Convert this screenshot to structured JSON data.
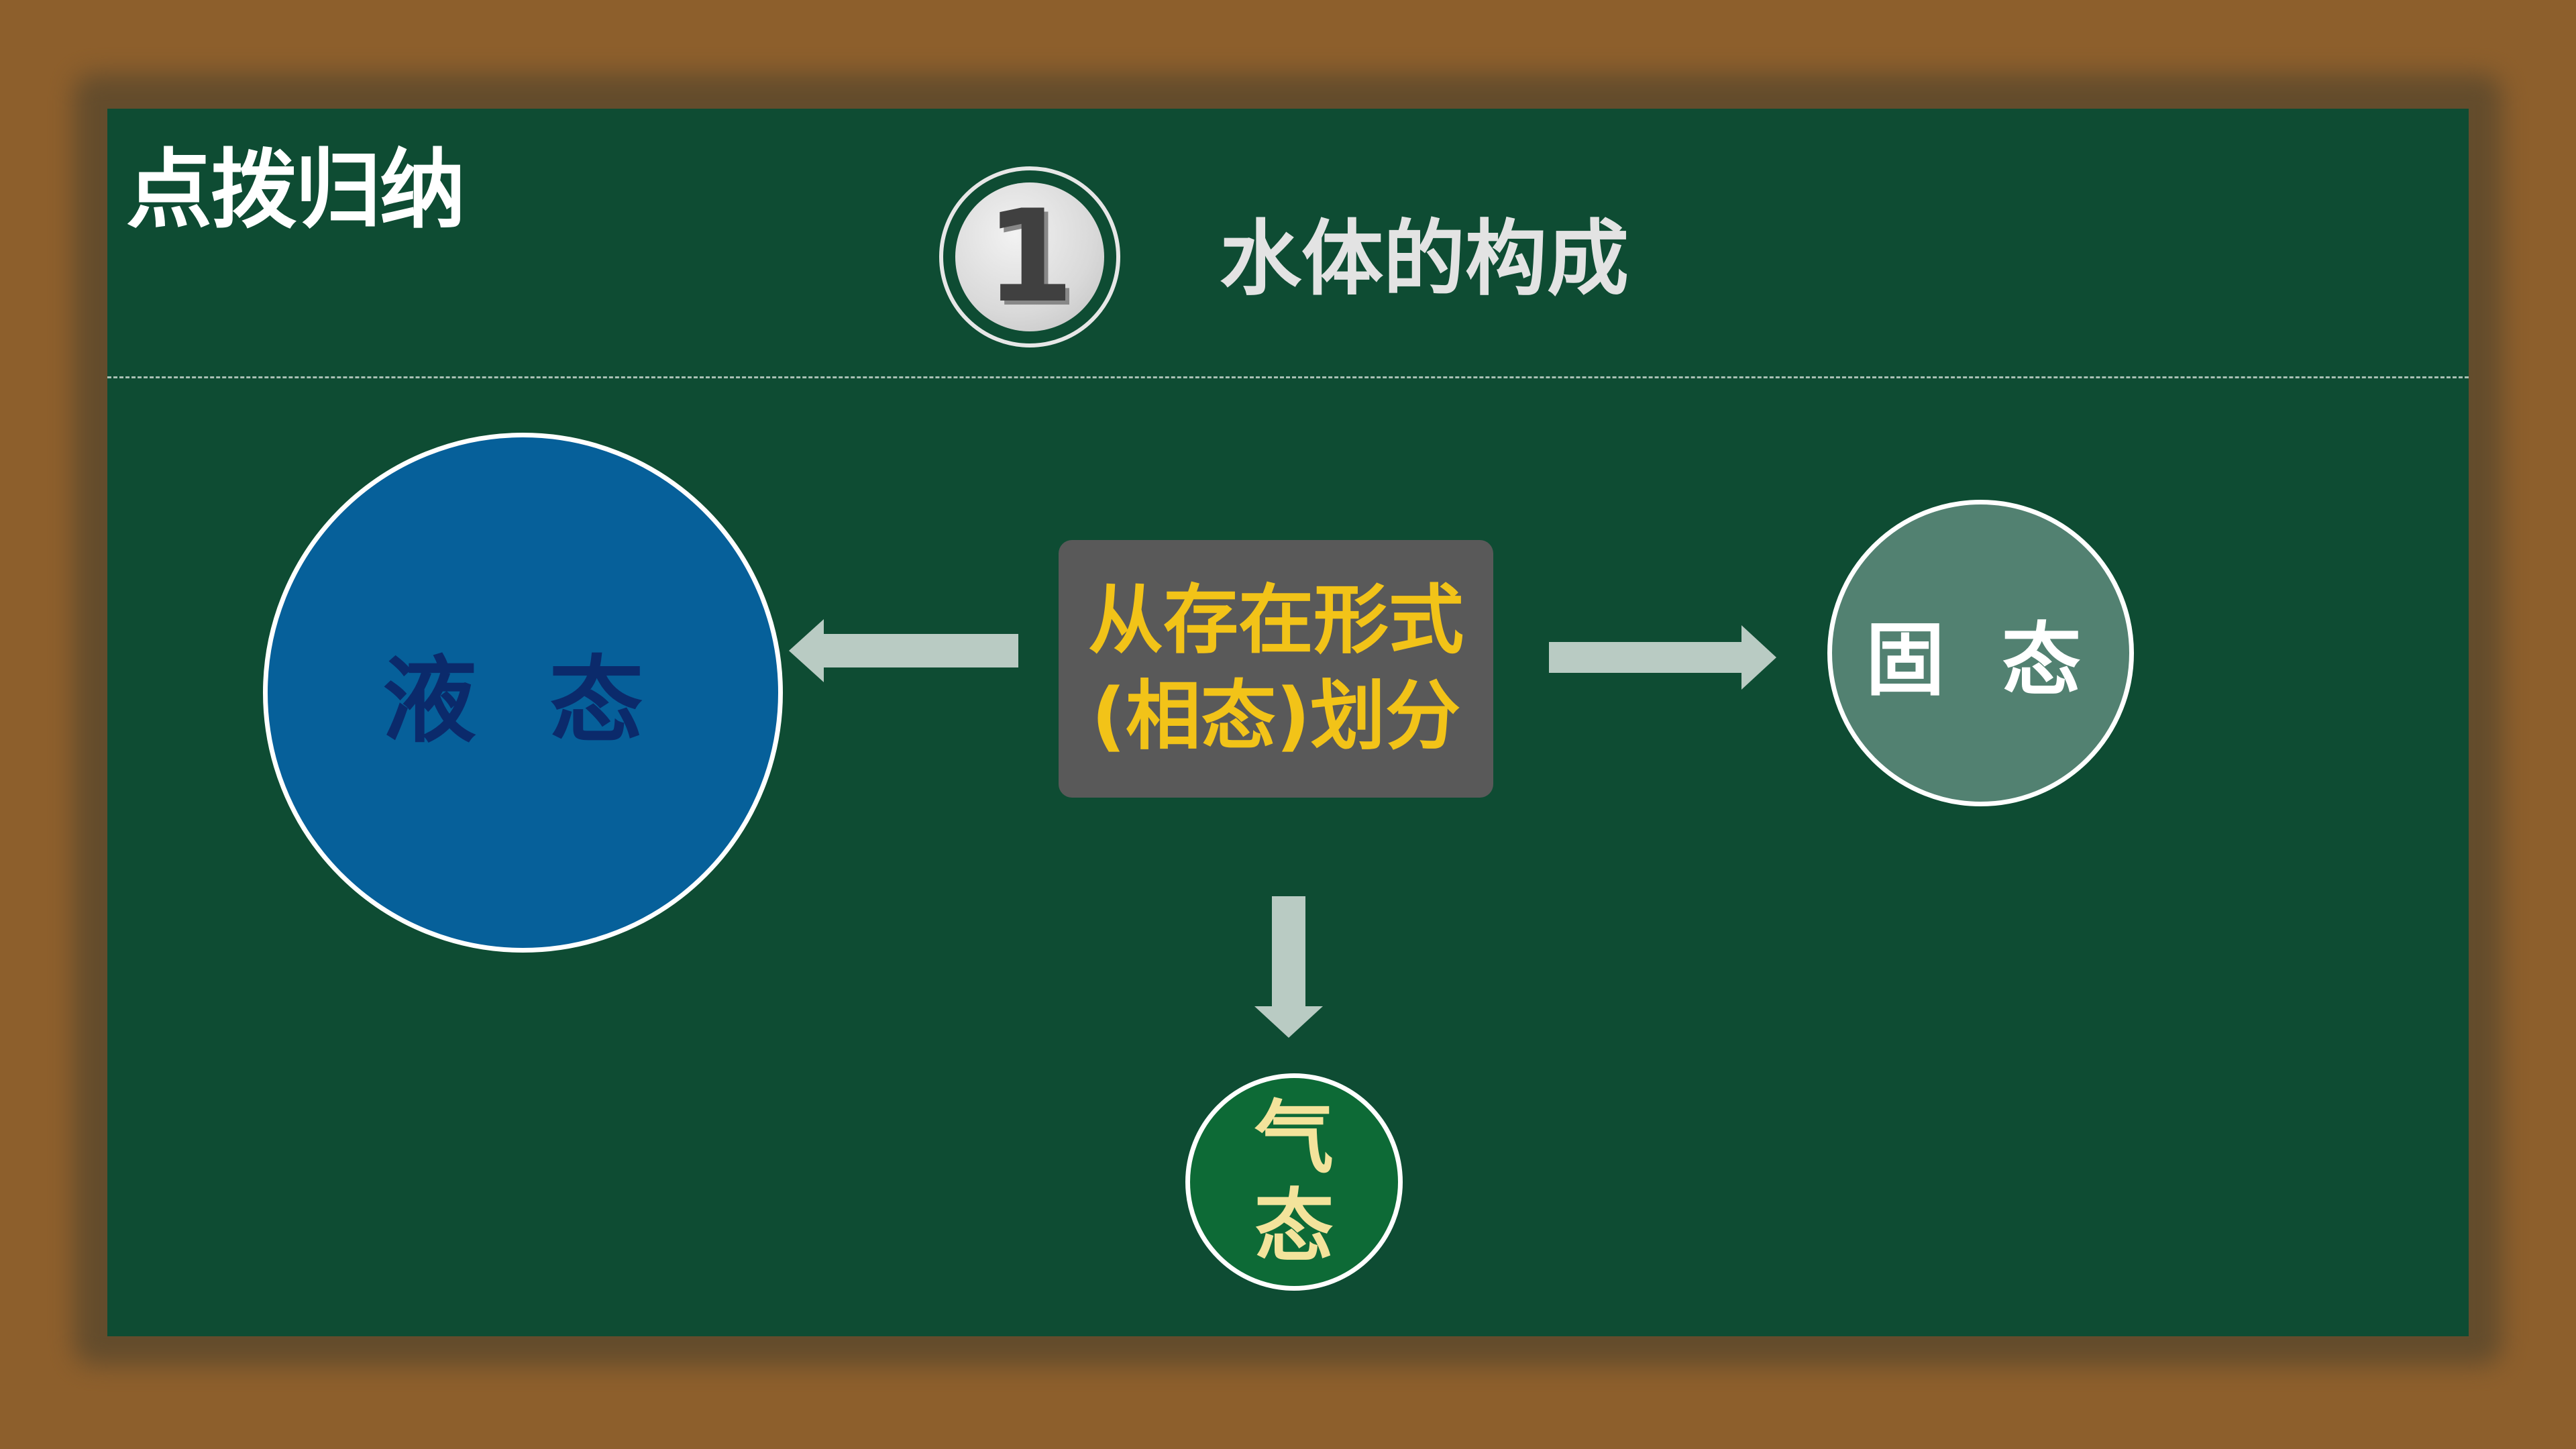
{
  "header": {
    "title": "点拨归纳"
  },
  "section": {
    "number": "1",
    "title": "水体的构成"
  },
  "diagram": {
    "center_line1": "从存在形式",
    "center_line2": "(相态)划分",
    "states": {
      "liquid": "液 态",
      "solid": "固 态",
      "gas_char1": "气",
      "gas_char2": "态"
    }
  },
  "colors": {
    "board": "#0e4c33",
    "frame": "#8d5f2c",
    "liquid": "#06609a",
    "solid": "#528171",
    "gas": "#0d6a36",
    "center_box": "#595959",
    "center_text": "#f2c318",
    "arrow": "#b9cbc3"
  }
}
